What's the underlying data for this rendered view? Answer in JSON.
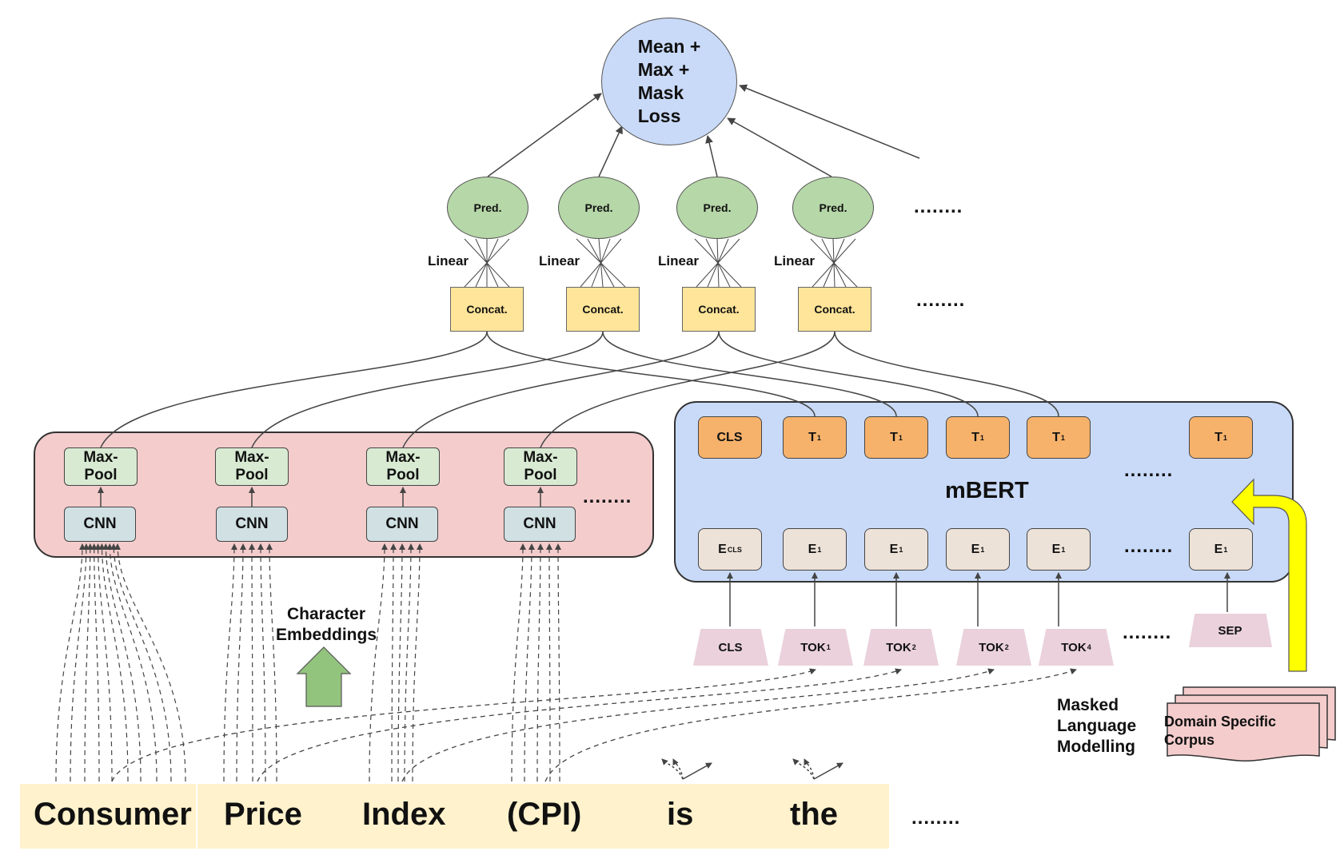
{
  "loss": {
    "label_lines": [
      "Mean +",
      "Max +",
      "Mask",
      "Loss"
    ]
  },
  "heads": [
    {
      "pred": "Pred.",
      "linear": "Linear",
      "concat": "Concat."
    },
    {
      "pred": "Pred.",
      "linear": "Linear",
      "concat": "Concat."
    },
    {
      "pred": "Pred.",
      "linear": "Linear",
      "concat": "Concat."
    },
    {
      "pred": "Pred.",
      "linear": "Linear",
      "concat": "Concat."
    }
  ],
  "ellipsis": "........",
  "cnn_blocks": [
    {
      "maxpool": "Max-Pool",
      "cnn": "CNN"
    },
    {
      "maxpool": "Max-Pool",
      "cnn": "CNN"
    },
    {
      "maxpool": "Max-Pool",
      "cnn": "CNN"
    },
    {
      "maxpool": "Max-Pool",
      "cnn": "CNN"
    }
  ],
  "char_embeddings_label": [
    "Character",
    "Embeddings"
  ],
  "mbert": {
    "title": "mBERT",
    "top_row": [
      {
        "main": "CLS",
        "sub": ""
      },
      {
        "main": "T",
        "sub": "1"
      },
      {
        "main": "T",
        "sub": "1"
      },
      {
        "main": "T",
        "sub": "1"
      },
      {
        "main": "T",
        "sub": "1"
      },
      {
        "main": "T",
        "sub": "1"
      }
    ],
    "embed_row": [
      {
        "main": "E",
        "sub": "CLS"
      },
      {
        "main": "E",
        "sub": "1"
      },
      {
        "main": "E",
        "sub": "1"
      },
      {
        "main": "E",
        "sub": "1"
      },
      {
        "main": "E",
        "sub": "1"
      },
      {
        "main": "E",
        "sub": "1"
      }
    ],
    "tokens": [
      {
        "main": "CLS",
        "sub": ""
      },
      {
        "main": "TOK",
        "sub": "1"
      },
      {
        "main": "TOK",
        "sub": "2"
      },
      {
        "main": "TOK",
        "sub": "2"
      },
      {
        "main": "TOK",
        "sub": "4"
      },
      {
        "main": "SEP",
        "sub": ""
      }
    ]
  },
  "mlm_label": [
    "Masked",
    "Language",
    "Modelling"
  ],
  "corpus_label": [
    "Domain Specific",
    "Corpus"
  ],
  "words": [
    "Consumer",
    "Price",
    "Index",
    "(CPI)",
    "is",
    "the"
  ],
  "colors": {
    "loss_fill": "#c9daf8",
    "pred_fill": "#b6d7a8",
    "concat_fill": "#ffe599",
    "cnn_panel_fill": "#f4cccc",
    "mbert_panel_fill": "#c9daf8",
    "token_out_fill": "#f6b26b",
    "embed_fill": "#ede2d8",
    "token_in_fill": "#ead1dc",
    "maxpool_fill": "#d9ead3",
    "cnn_fill": "#d0e0e3",
    "sentence_fill": "#fff2cc",
    "mlm_arrow": "#ffff00",
    "char_arrow": "#93c47d"
  }
}
